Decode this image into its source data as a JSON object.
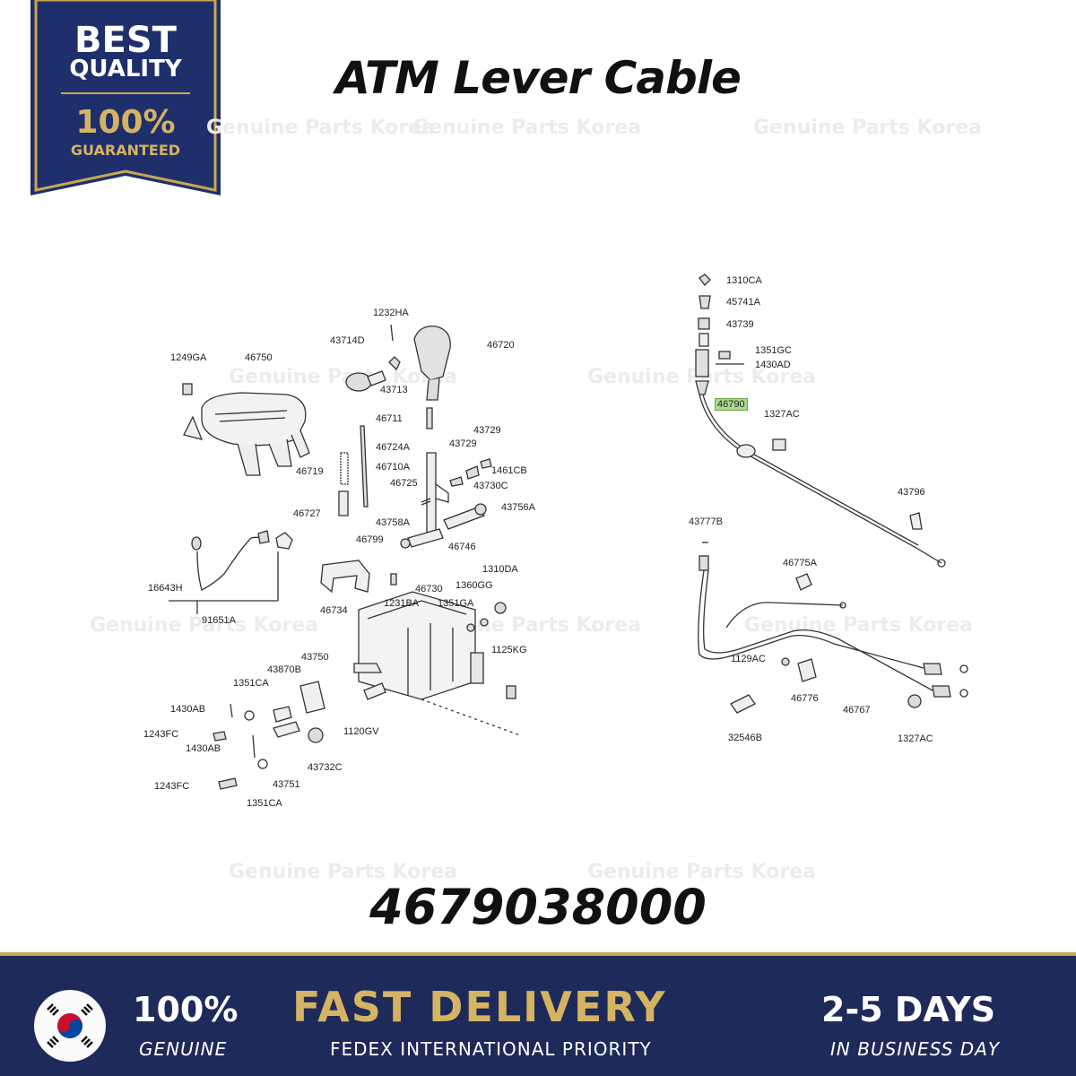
{
  "badge": {
    "line1": "BEST",
    "line2": "QUALITY",
    "line3": "100%",
    "line4": "GUARANTEED"
  },
  "title": "ATM Lever Cable",
  "watermark": "Genuine Parts Korea",
  "highlight_color": "#a9d98a",
  "part_number": "4679038000",
  "footer": {
    "flag_icon": "south-korea-flag-icon",
    "genuine_pct": "100%",
    "genuine_label": "GENUINE",
    "delivery_title": "FAST DELIVERY",
    "delivery_sub": "FEDEX INTERNATIONAL PRIORITY",
    "days": "2-5 DAYS",
    "days_sub": "IN BUSINESS DAY",
    "bg_color": "#1e2a5a",
    "gold_color": "#d4b363"
  },
  "labels": {
    "l1232ha": "1232HA",
    "l43714d": "43714D",
    "l46720": "46720",
    "l1249ga": "1249GA",
    "l46750": "46750",
    "l43713": "43713",
    "l46711": "46711",
    "l43729a": "43729",
    "l46724a": "46724A",
    "l43729b": "43729",
    "l46710a": "46710A",
    "l1461cb": "1461CB",
    "l46719": "46719",
    "l46725": "46725",
    "l43730c": "43730C",
    "l46727": "46727",
    "l43756a": "43756A",
    "l43758a": "43758A",
    "l46799": "46799",
    "l46746": "46746",
    "l16643h": "16643H",
    "l1310da": "1310DA",
    "l1360gg": "1360GG",
    "l46730": "46730",
    "l1231ba": "1231BA",
    "l1351ga": "1351GA",
    "l46734": "46734",
    "l91651a": "91651A",
    "l1125kg": "1125KG",
    "l43750": "43750",
    "l1351ca1": "1351CA",
    "l43870b": "43870B",
    "l1430ab1": "1430AB",
    "l1243fc1": "1243FC",
    "l1430ab2": "1430AB",
    "l1120gv": "1120GV",
    "l43732c": "43732C",
    "l43751": "43751",
    "l1243fc2": "1243FC",
    "l1351ca2": "1351CA",
    "r1310ca": "1310CA",
    "r45741a": "45741A",
    "r43739": "43739",
    "r1351gc": "1351GC",
    "r1430ad": "1430AD",
    "r46790": "46790",
    "r1327ac1": "1327AC",
    "r43796": "43796",
    "r43777b": "43777B",
    "r46775a": "46775A",
    "r1129ac": "1129AC",
    "r46776": "46776",
    "r46767": "46767",
    "r32546b": "32546B",
    "r1327ac2": "1327AC"
  }
}
